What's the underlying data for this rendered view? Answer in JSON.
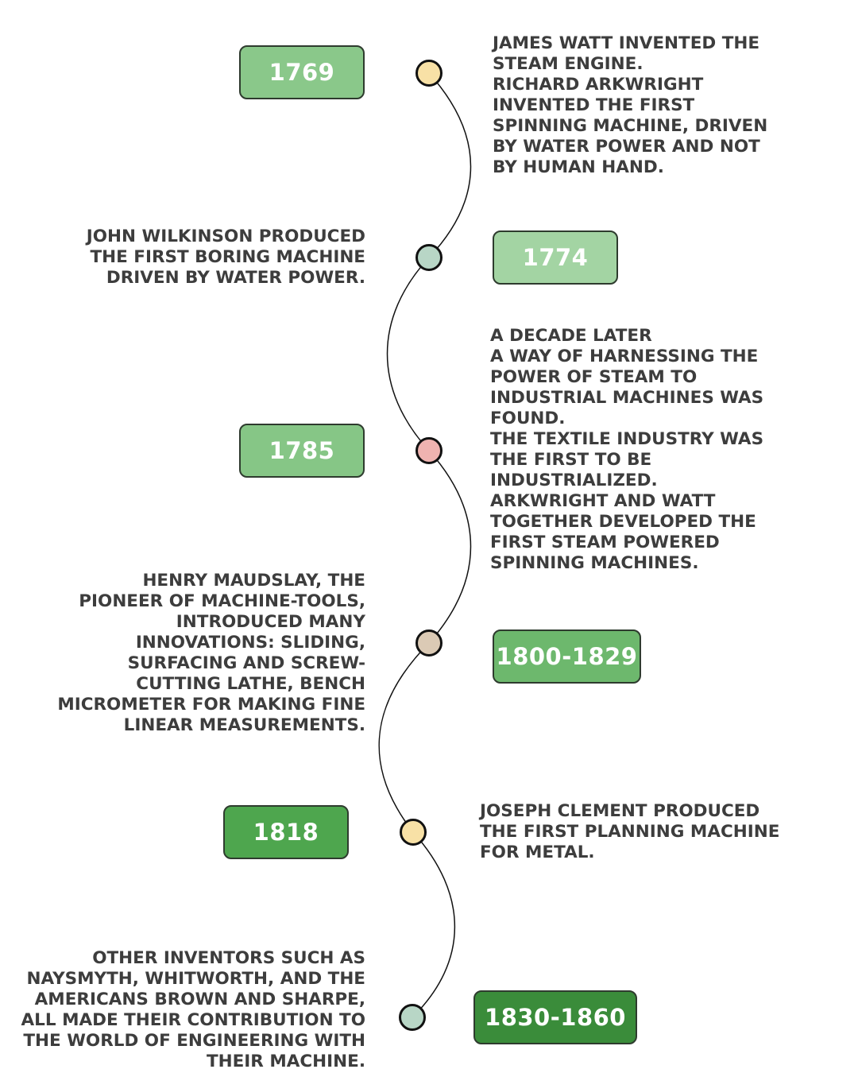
{
  "colors": {
    "box_1769": "#8ac88a",
    "box_1774": "#a3d4a3",
    "box_1785": "#86c686",
    "box_1800": "#6db86d",
    "box_1818": "#4ea64e",
    "box_1830": "#3a8c3a",
    "node_yellow": "#f8e1a6",
    "node_sage": "#b8d6c6",
    "node_pink": "#efb3b0",
    "node_tan": "#dbcab5",
    "text": "#3d3d3d",
    "line": "#111111"
  },
  "events": [
    {
      "year": "1769",
      "text": "James Watt invented the\nsteam engine.\nRichard Arkwright\ninvented the first\nspinning machine, driven\nby water power and not\nby human hand."
    },
    {
      "year": "1774",
      "text": "John Wilkinson produced\nthe first boring machine\ndriven by water power."
    },
    {
      "year": "1785",
      "text": "A decade later\na way of harnessing the\npower of steam to\nindustrial machines was\nfound.\nThe textile industry was\nthe first to be\nindustrialized.\nArkwright and Watt\ntogether developed the\nfirst steam powered\nspinning machines."
    },
    {
      "year": "1800-1829",
      "text": "Henry Maudslay, the\npioneer of machine-tools,\nintroduced many\ninnovations: sliding,\nsurfacing and screw-\ncutting lathe, bench\nmicrometer for making fine\nlinear measurements."
    },
    {
      "year": "1818",
      "text": "Joseph Clement produced\nthe first planning machine\nfor metal."
    },
    {
      "year": "1830-1860",
      "text": "Other inventors such as\nNaysmyth, Whitworth, and the\nAmericans Brown and Sharpe,\nall made their contribution to\nthe world of engineering with\ntheir machine."
    }
  ]
}
